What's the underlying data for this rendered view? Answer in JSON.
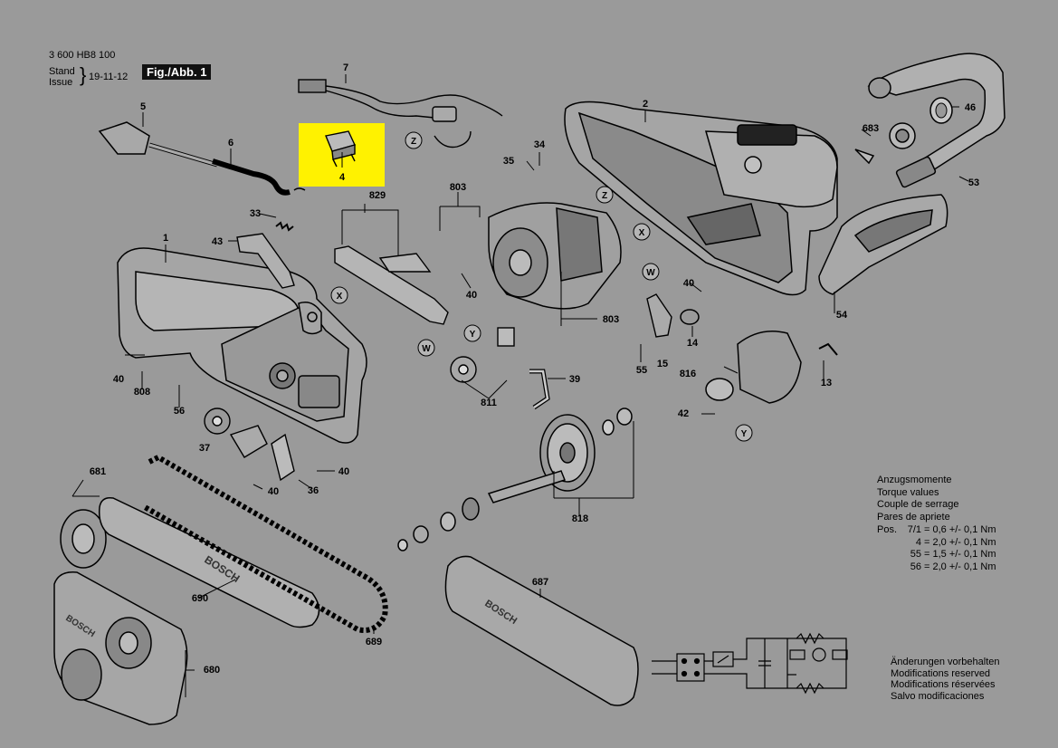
{
  "header": {
    "doc_number": "3 600 HB8 100",
    "stand": "Stand",
    "issue": "Issue",
    "date": "19-11-12",
    "figure": "Fig./Abb. 1"
  },
  "highlight_color": "#fff200",
  "callouts": {
    "c1": "1",
    "c2": "2",
    "c4": "4",
    "c5": "5",
    "c6": "6",
    "c7": "7",
    "c13": "13",
    "c14": "14",
    "c15": "15",
    "c33": "33",
    "c34": "34",
    "c35": "35",
    "c36": "36",
    "c37": "37",
    "c39": "39",
    "c40a": "40",
    "c40b": "40",
    "c40c": "40",
    "c40d": "40",
    "c40e": "40",
    "c42": "42",
    "c43": "43",
    "c46": "46",
    "c53": "53",
    "c54": "54",
    "c55": "55",
    "c56": "56",
    "c680": "680",
    "c681": "681",
    "c683": "683",
    "c687": "687",
    "c689": "689",
    "c690": "690",
    "c803a": "803",
    "c803b": "803",
    "c808": "808",
    "c811": "811",
    "c816": "816",
    "c818": "818",
    "c829": "829"
  },
  "zones": {
    "z1": "Z",
    "z2": "Z",
    "x1": "X",
    "x2": "X",
    "w1": "W",
    "w2": "W",
    "y1": "Y",
    "y2": "Y"
  },
  "torque": {
    "titles": [
      "Anzugsmomente",
      "Torque values",
      "Couple de serrage",
      "Pares de apriete"
    ],
    "pos_label": "Pos.",
    "rows": [
      {
        "pos": "7/1",
        "value": "= 0,6 +/- 0,1 Nm"
      },
      {
        "pos": "4",
        "value": "= 2,0 +/- 0,1 Nm"
      },
      {
        "pos": "55",
        "value": "= 1,5 +/- 0,1 Nm"
      },
      {
        "pos": "56",
        "value": "= 2,0 +/- 0,1 Nm"
      }
    ]
  },
  "modifications": [
    "Änderungen vorbehalten",
    "Modifications reserved",
    "Modifications réservées",
    "Salvo modificaciones"
  ],
  "brand_marks": {
    "bar": "BOSCH",
    "guard": "BOSCH",
    "cover": "BOSCH"
  }
}
